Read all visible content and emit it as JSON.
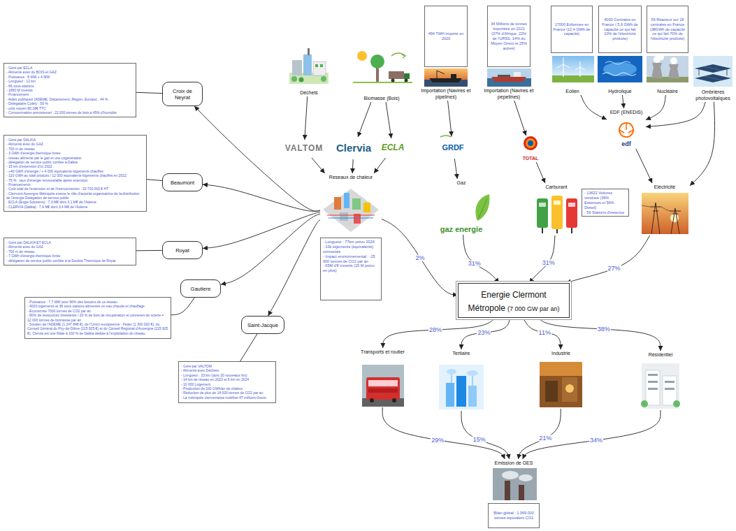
{
  "diagram": {
    "nodes": [
      {
        "text": [
          "- Géré par ECLA",
          "- Alimenté avec du BOIS et GAZ",
          "- Puissance : 8 MW + 4 MW",
          "- Longueur : 12 km",
          "- 66 sous-stations",
          "- 1890 M investis",
          "- Financement :",
          "- Aides publiques (ADEME, Département, Région, Europe) : 44 %",
          "- Délégataire Cofely : 56 %",
          "- coût moyen 80,18€ TTC",
          "- Consommation prévisionnel : 22 000 tonnes de bois à 45% d'humidité"
        ]
      },
      {
        "text": [
          "Croix de Neyrat"
        ]
      },
      {
        "text": [
          "- Géré par DALKIA",
          "- Alimenté avec du GAZ",
          "- 700 m de réseau",
          "- 3 GWh d'énergie thermique livrée",
          "- réseau alimenté par le gaz et une cogénération",
          "- délégation de service public confiée à Dalkia",
          "- 15 km d'extension d'ici 2022 :",
          "- +40 GWh d'énergie / + 4 000 équivalents-logements chauffés",
          "- 120 GWh au total produits / 12 000 équivalents-logements chauffés en 2022",
          "- 75 % : taux d'énergie renouvelable après extension",
          "- Financements :",
          "- Coût total de l'extension et de l'interconnexion : 15 700 000 € HT",
          "- Clermont Auvergne Métropole exerce le rôle d'autorité organisatrice de la distribution de l'énergie Délégation de service public",
          "- ECLA (Engie Solutions) : 7,3 M€ dont 3,1 M€ de l'Ademe",
          "- CLERVIA (Dalkia) : 7,4 M€ dont 3,4 M€ de l'Ademe"
        ]
      },
      {
        "text": [
          "Beaumont"
        ]
      },
      {
        "text": [
          "- Géré par DALKIA ET ECLA",
          "- Alimenté avec du GAZ",
          "- 700 m de réseau",
          "- 7 GWh d'énergie thermique livrée",
          "- délégation de service public confiée à la Société Thermique de Royat"
        ]
      },
      {
        "text": [
          "Royat"
        ]
      },
      {
        "text": [
          "- Puissance : 7,7 MW pour 90% des besoins de ce réseau",
          "- 4000 logements et 38 sous stations alimentés en eau chaude et chauffage",
          "- Economise 7000 tonnes de CO2 par an",
          "- 80% de ressources forestières / 20 % de bois de récupération et connexes de scierie = 12 000 tonnes de biomasse par an",
          "- Soutien de l'ADEME (1 247 848 €), de l'Union européenne - Feder (1 300 000 €), du Conseil Général du Puy-de-Dôme (215 925 €) et du Conseil Régional d'Auvergne (215 925 €). Clervia est une filiale à 100 % de Dalkia dédiée à l'exploitation du réseau."
        ]
      },
      {
        "text": [
          "Gautiere"
        ]
      },
      {
        "text": [
          "- Géré par VALTOM",
          "- Alimenté avec Déchets",
          "- Longueur : 33 km (dont 20 nouveaux km)",
          "- 14 km de réseau en 2023 et 6 km en 2024",
          "- 10 000 Logement",
          "- Production de 100 GWh/an de chaleur",
          "- Réduction de plus de 14 000 tonnes de CO2 par an",
          "- La métropole clermontoise mobilise 47 millions d'euro"
        ]
      },
      {
        "text": [
          "Saint-Jacque"
        ]
      },
      {
        "text": [
          "Déchets"
        ]
      },
      {
        "text": [
          "Biomasse (Bois)"
        ]
      },
      {
        "text": [
          "494 TWH importé en 2020"
        ]
      },
      {
        "text": [
          "Importation (Navires et pipelines)"
        ]
      },
      {
        "text": [
          "34 Millions de tonnes importées en 2021 (37% d'Afrique, 22% de l'URSS, 14% du Moyen Orient et 25% autres)"
        ]
      },
      {
        "text": [
          "Importation (Navires et pepelines)"
        ]
      },
      {
        "text": [
          "17000 Eoliennes en France (12,4 GWh de capacité)"
        ]
      },
      {
        "text": [
          "Eolien"
        ]
      },
      {
        "text": [
          "4000 Centrales en France ( 5,6 GWh de capacité ce qui fait 10% de l'électricité produite)"
        ]
      },
      {
        "text": [
          "Hydrolique"
        ]
      },
      {
        "text": [
          "56 Réacteur sur 18 centrales en France (38GWh de capacité ce qui fait 70% de l'électricité produite)"
        ]
      },
      {
        "text": [
          "Nucléaire"
        ]
      },
      {
        "text": [
          "Ombrières photovoltaïques"
        ]
      },
      {
        "text": [
          "EDF (ENEDIS)",
          "edf"
        ]
      },
      {
        "text": [
          "VALTOM"
        ]
      },
      {
        "text": [
          "Clervia"
        ]
      },
      {
        "text": [
          "ECLA"
        ]
      },
      {
        "text": [
          "GRDF"
        ]
      },
      {
        "text": [
          "TOTAL"
        ]
      },
      {
        "text": [
          "Reseaux de chaleur"
        ]
      },
      {
        "text": [
          "- Longueur : 77km prévu 2026",
          "- 10k logements (équivalents) connectés",
          "- Impact environnemental : -25 000 tonnes de CO2 par an",
          "- 65M d'€ investis (15 M prévu en plus)"
        ]
      },
      {
        "text": [
          "Gaz",
          "gaz energie"
        ]
      },
      {
        "text": [
          "Carburant"
        ]
      },
      {
        "text": [
          "- 13622 Voitures vendues (39% Essences et 56% Diesel)",
          "- 56 Stations d'essence"
        ]
      },
      {
        "text": [
          "Eléctricité"
        ]
      },
      {
        "text": [
          "Energie Clermont Métropole",
          "(7 000 GW par an)"
        ]
      },
      {
        "text": [
          "Transports et routier"
        ]
      },
      {
        "text": [
          "Tertiaire"
        ]
      },
      {
        "text": [
          "Industrie"
        ]
      },
      {
        "text": [
          "Résidentiel"
        ]
      },
      {
        "text": [
          "Emission de GES"
        ]
      },
      {
        "text": [
          "Bilan global : 1 369 000 tonnes équivalent CO2"
        ]
      }
    ],
    "edges": [
      {
        "from": 0,
        "to": 1,
        "arrow": "none"
      },
      {
        "from": 2,
        "to": 3,
        "arrow": "none"
      },
      {
        "from": 4,
        "to": 5,
        "arrow": "none"
      },
      {
        "from": 6,
        "to": 7,
        "arrow": "none"
      },
      {
        "from": 8,
        "to": 9,
        "arrow": "none"
      },
      {
        "from": 10,
        "to": 24,
        "arrow": "to"
      },
      {
        "from": 11,
        "to": 25,
        "arrow": "to"
      },
      {
        "from": 11,
        "to": 26,
        "arrow": "to"
      },
      {
        "from": 24,
        "to": 29,
        "arrow": "to"
      },
      {
        "from": 25,
        "to": 29,
        "arrow": "to"
      },
      {
        "from": 26,
        "to": 29,
        "arrow": "to"
      },
      {
        "from": 29,
        "to": 1,
        "arrow": "to"
      },
      {
        "from": 29,
        "to": 3,
        "arrow": "to"
      },
      {
        "from": 29,
        "to": 5,
        "arrow": "to"
      },
      {
        "from": 29,
        "to": 7,
        "arrow": "to"
      },
      {
        "from": 29,
        "to": 9,
        "arrow": "to"
      },
      {
        "from": 13,
        "to": 27,
        "arrow": "to"
      },
      {
        "from": 27,
        "to": 31,
        "arrow": "to"
      },
      {
        "from": 15,
        "to": 28,
        "arrow": "to"
      },
      {
        "from": 28,
        "to": 32,
        "arrow": "to"
      },
      {
        "from": 17,
        "to": 23,
        "arrow": "to"
      },
      {
        "from": 19,
        "to": 23,
        "arrow": "to"
      },
      {
        "from": 21,
        "to": 23,
        "arrow": "to"
      },
      {
        "from": 22,
        "to": 23,
        "arrow": "to"
      },
      {
        "from": 23,
        "to": 34,
        "arrow": "to"
      },
      {
        "from": 22,
        "to": 34,
        "arrow": "to"
      },
      {
        "from": 29,
        "to": 35,
        "label": "2%",
        "arrow": "to"
      },
      {
        "from": 31,
        "to": 35,
        "label": "31%",
        "arrow": "to"
      },
      {
        "from": 32,
        "to": 35,
        "label": "31%",
        "arrow": "to"
      },
      {
        "from": 34,
        "to": 35,
        "label": "27%",
        "arrow": "to"
      },
      {
        "from": 35,
        "to": 36,
        "label": "28%",
        "arrow": "to"
      },
      {
        "from": 35,
        "to": 37,
        "label": "23%",
        "arrow": "to"
      },
      {
        "from": 35,
        "to": 38,
        "label": "11%",
        "arrow": "to"
      },
      {
        "from": 35,
        "to": 39,
        "label": "38%",
        "arrow": "to"
      },
      {
        "from": 36,
        "to": 40,
        "label": "29%",
        "arrow": "to"
      },
      {
        "from": 37,
        "to": 40,
        "label": "15%",
        "arrow": "to"
      },
      {
        "from": 38,
        "to": 40,
        "label": "21%",
        "arrow": "to"
      },
      {
        "from": 39,
        "to": 40,
        "label": "34%",
        "arrow": "to"
      }
    ]
  }
}
